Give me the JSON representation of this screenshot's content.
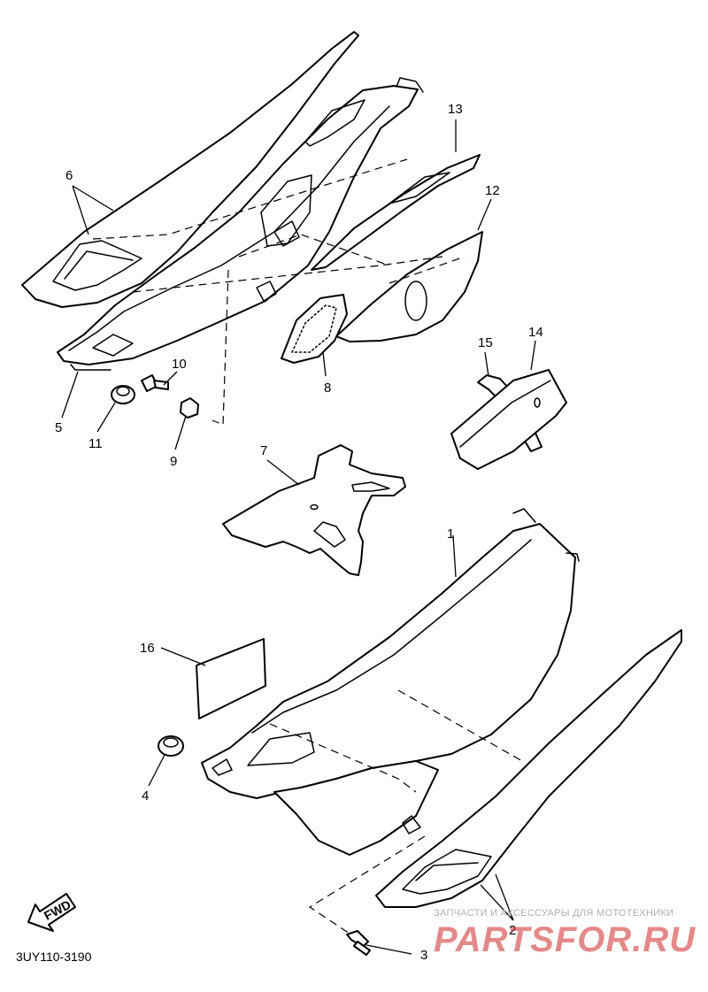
{
  "diagram_code": "3UY110-3190",
  "fwd_label": "FWD",
  "watermark": {
    "tagline": "ЗАПЧАСТИ И АКСЕССУАРЫ ДЛЯ МОТОТЕХНИКИ",
    "brand": "PARTSFOR.RU",
    "color": "#cd2828"
  },
  "parts": {
    "p1": "1",
    "p2": "2",
    "p3": "3",
    "p4": "4",
    "p5": "5",
    "p6": "6",
    "p7": "7",
    "p8": "8",
    "p9": "9",
    "p10": "10",
    "p11": "11",
    "p12": "12",
    "p13": "13",
    "p14": "14",
    "p15": "15",
    "p16": "16"
  }
}
